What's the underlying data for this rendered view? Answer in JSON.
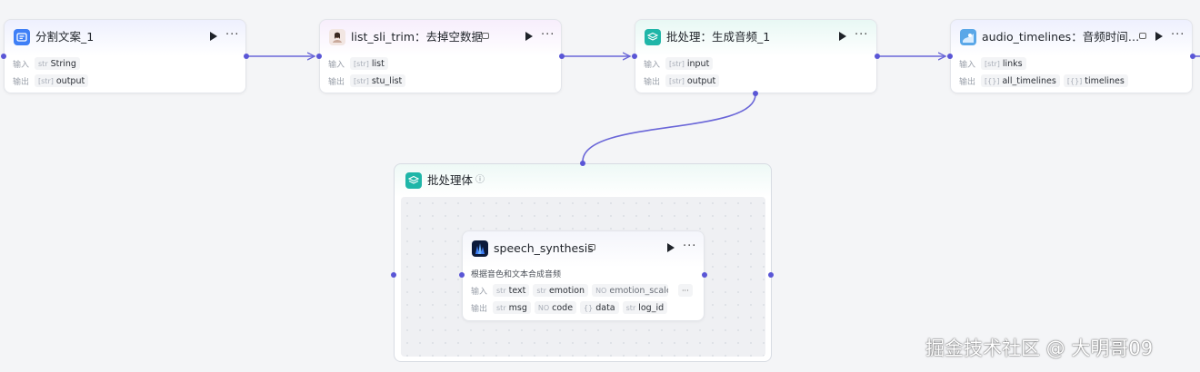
{
  "nodes": {
    "split": {
      "title": "分割文案_1",
      "input_label": "输入",
      "output_label": "输出",
      "inputs": [
        {
          "type": "str",
          "name": "String"
        }
      ],
      "outputs": [
        {
          "type": "[str]",
          "name": "output"
        }
      ]
    },
    "trim": {
      "title": "list_sli_trim：去掉空数据",
      "input_label": "输入",
      "output_label": "输出",
      "inputs": [
        {
          "type": "[str]",
          "name": "list"
        }
      ],
      "outputs": [
        {
          "type": "[str]",
          "name": "stu_list"
        }
      ]
    },
    "batch": {
      "title": "批处理：生成音频_1",
      "input_label": "输入",
      "output_label": "输出",
      "inputs": [
        {
          "type": "[str]",
          "name": "input"
        }
      ],
      "outputs": [
        {
          "type": "[str]",
          "name": "output"
        }
      ]
    },
    "audio": {
      "title": "audio_timelines：音频时间…",
      "input_label": "输入",
      "output_label": "输出",
      "inputs": [
        {
          "type": "[str]",
          "name": "links"
        }
      ],
      "outputs": [
        {
          "type": "[{}]",
          "name": "all_timelines"
        },
        {
          "type": "[{}]",
          "name": "timelines"
        }
      ]
    },
    "speech": {
      "title": "speech_synthesis",
      "description": "根据音色和文本合成音频",
      "input_label": "输入",
      "output_label": "输出",
      "inputs": [
        {
          "type": "str",
          "name": "text"
        },
        {
          "type": "str",
          "name": "emotion"
        },
        {
          "type": "NO",
          "name": "emotion_scale"
        }
      ],
      "outputs": [
        {
          "type": "str",
          "name": "msg"
        },
        {
          "type": "NO",
          "name": "code"
        },
        {
          "type": "{}",
          "name": "data"
        },
        {
          "type": "str",
          "name": "log_id"
        }
      ],
      "more": "···"
    }
  },
  "batch_body": {
    "title": "批处理体",
    "info": "ⓘ"
  },
  "watermark": "掘金技术社区 @ 大明哥09",
  "colors": {
    "accent": "#5a56d6",
    "edge": "#6a66d8",
    "blue_icon": "#3f7ff6",
    "teal_icon": "#1fb6a8"
  }
}
